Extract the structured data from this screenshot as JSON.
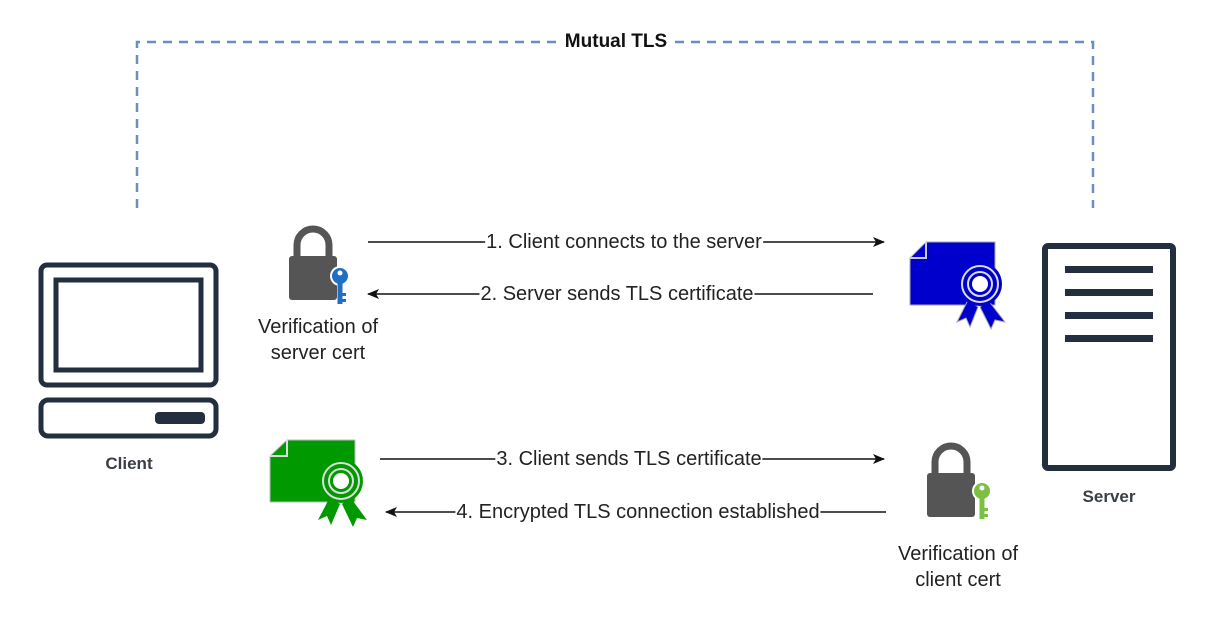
{
  "diagram": {
    "title": "Mutual TLS",
    "nodes": {
      "client": {
        "label": "Client",
        "icon": "desktop-computer-icon"
      },
      "server": {
        "label": "Server",
        "icon": "server-tower-icon"
      }
    },
    "verifications": {
      "server_cert": {
        "line1": "Verification of",
        "line2": "server cert",
        "icon": "padlock-blue-key-icon"
      },
      "client_cert": {
        "line1": "Verification of",
        "line2": "client cert",
        "icon": "padlock-green-key-icon"
      }
    },
    "certificates": {
      "server": {
        "icon": "certificate-blue-icon",
        "color": "#0000cc"
      },
      "client": {
        "icon": "certificate-green-icon",
        "color": "#009900"
      }
    },
    "steps": [
      {
        "label": "1. Client connects to the server",
        "direction": "client-to-server"
      },
      {
        "label": "2. Server sends TLS certificate",
        "direction": "server-to-client"
      },
      {
        "label": "3. Client sends TLS certificate",
        "direction": "client-to-server"
      },
      {
        "label": "4. Encrypted TLS connection established",
        "direction": "server-to-client"
      }
    ],
    "colors": {
      "boundary": "#6c8ebf",
      "device": "#232f3e",
      "lock": "#555555",
      "key_blue": "#1f6fc5",
      "key_green": "#7bc043"
    }
  }
}
